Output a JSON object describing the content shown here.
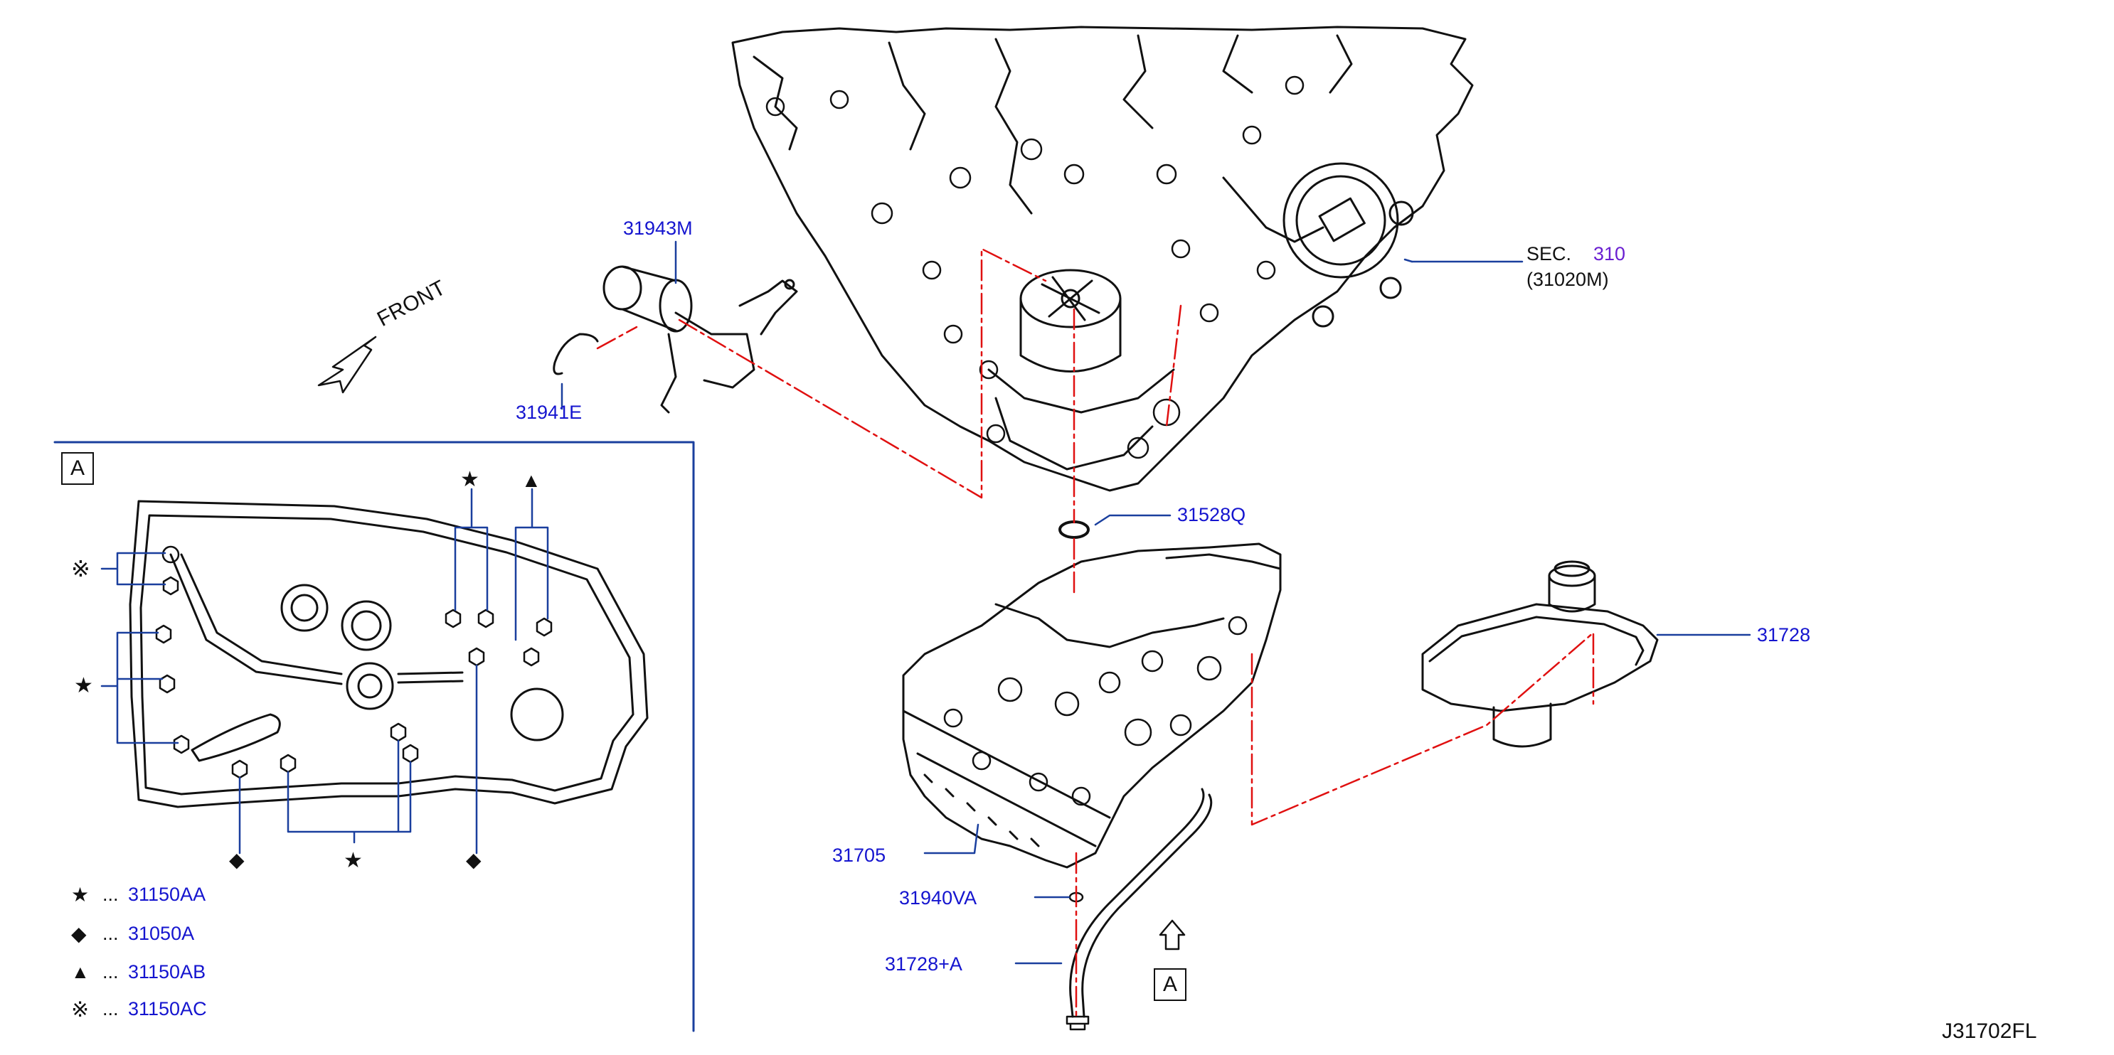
{
  "labels": {
    "p31943M": "31943M",
    "p31941E": "31941E",
    "p31528Q": "31528Q",
    "p31728": "31728",
    "p31705": "31705",
    "p31940VA": "31940VA",
    "p31728A": "31728+A",
    "sec_prefix": "SEC.",
    "sec_num": "310",
    "sec_ref": "(31020M)",
    "front": "FRONT",
    "view_tag": "A",
    "doc_id": "J31702FL"
  },
  "legend": [
    {
      "symbol": "★",
      "dots": "...",
      "part": "31150AA"
    },
    {
      "symbol": "◆",
      "dots": "...",
      "part": "31050A"
    },
    {
      "symbol": "▲",
      "dots": "...",
      "part": "31150AB"
    },
    {
      "symbol": "※",
      "dots": "...",
      "part": "31150AC"
    }
  ],
  "inset_markers": {
    "star_top": "★",
    "triangle_top": "▲",
    "kome_left": "※",
    "star_left": "★",
    "diamond_b1": "◆",
    "star_bottom": "★",
    "diamond_b2": "◆"
  },
  "colors": {
    "leader": "#1a3f9e",
    "label_text": "#1515cf",
    "centerline": "#e01010",
    "linework": "#111111"
  }
}
